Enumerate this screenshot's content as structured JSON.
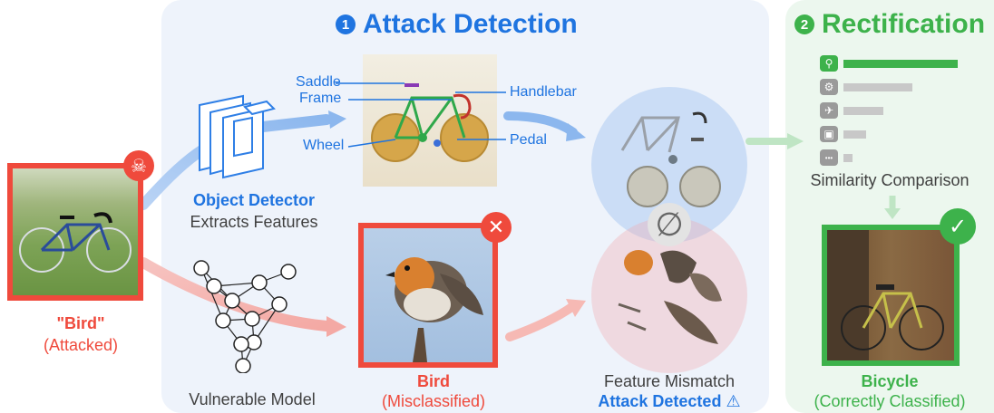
{
  "detection": {
    "number": "1",
    "title": "Attack Detection",
    "object_detector_label": "Object Detector",
    "object_detector_sub": "Extracts Features",
    "vulnerable_model_label": "Vulnerable Model",
    "bird_label": "Bird",
    "bird_sub": "(Misclassified)",
    "mismatch_label": "Feature Mismatch",
    "attack_detected_label": "Attack Detected",
    "empty_set_symbol": "∅",
    "parts": {
      "saddle": "Saddle",
      "frame": "Frame",
      "handlebar": "Handlebar",
      "wheel": "Wheel",
      "pedal": "Pedal"
    }
  },
  "rectification": {
    "number": "2",
    "title": "Rectification",
    "similarity_label": "Similarity Comparison",
    "result_label": "Bicycle",
    "result_sub": "(Correctly Classified)",
    "similarity": [
      {
        "icon": "bicycle-icon",
        "score": 1.0,
        "active": true
      },
      {
        "icon": "motorcycle-icon",
        "score": 0.6,
        "active": false
      },
      {
        "icon": "airplane-icon",
        "score": 0.35,
        "active": false
      },
      {
        "icon": "bus-icon",
        "score": 0.2,
        "active": false
      },
      {
        "icon": "more-icon",
        "score": 0.08,
        "active": false
      }
    ]
  },
  "input": {
    "label": "\"Bird\"",
    "sub": "(Attacked)"
  },
  "colors": {
    "blue": "#1f74e0",
    "red": "#ef4a3c",
    "green": "#3db24b"
  }
}
